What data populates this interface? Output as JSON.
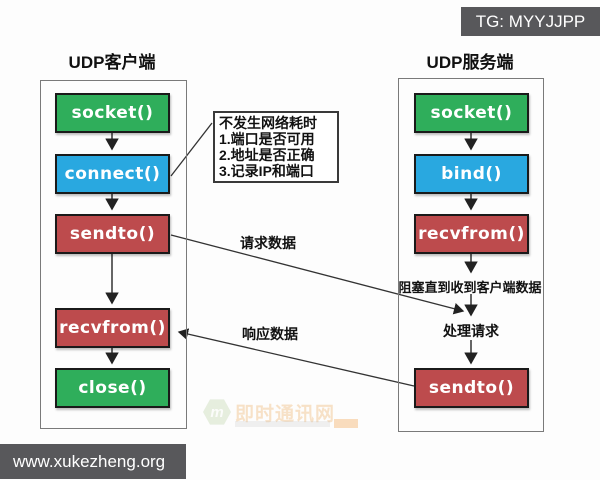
{
  "badges": {
    "tg": "TG: MYYJJPP",
    "site": "www.xukezheng.org"
  },
  "client": {
    "title": "UDP客户端",
    "steps": [
      {
        "label": "socket()",
        "color": "green"
      },
      {
        "label": "connect()",
        "color": "blue"
      },
      {
        "label": "sendto()",
        "color": "red"
      },
      {
        "label": "recvfrom()",
        "color": "red"
      },
      {
        "label": "close()",
        "color": "green"
      }
    ]
  },
  "server": {
    "title": "UDP服务端",
    "steps": [
      {
        "label": "socket()",
        "color": "green"
      },
      {
        "label": "bind()",
        "color": "blue"
      },
      {
        "label": "recvfrom()",
        "color": "red"
      },
      {
        "label": "sendto()",
        "color": "red"
      }
    ],
    "blocking_note": "阻塞直到收到客户端数据",
    "process_note": "处理请求"
  },
  "annotation": {
    "lines": [
      "不发生网络耗时",
      "1.端口是否可用",
      "2.地址是否正确",
      "3.记录IP和端口"
    ]
  },
  "edges": {
    "request": "请求数据",
    "response": "响应数据"
  },
  "watermark": {
    "logo_letter": "m",
    "text": "即时通讯网"
  },
  "colors": {
    "green": "#2fae5b",
    "blue": "#29a8e0",
    "red": "#bd4b4d",
    "badge_bg": "#58585b",
    "line": "#333333"
  }
}
